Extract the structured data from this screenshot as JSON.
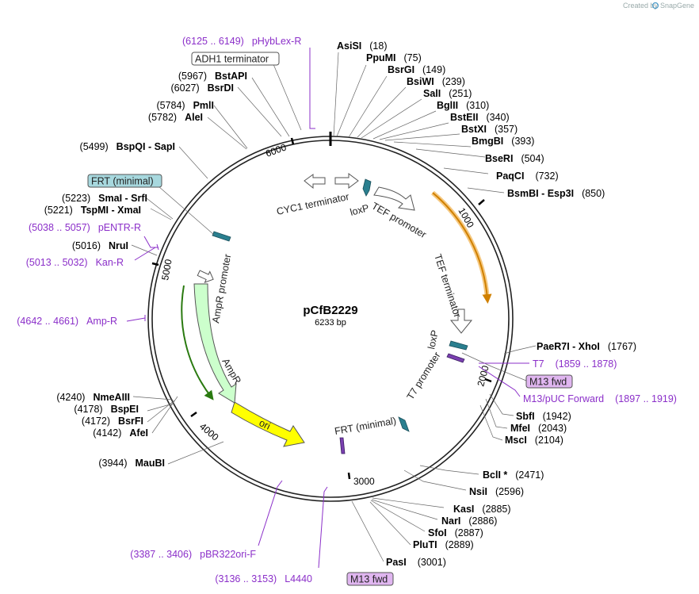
{
  "credit": {
    "prefix": "Created by",
    "brand": "SnapGene"
  },
  "plasmid": {
    "name": "pCfB2229",
    "size_label": "6233 bp",
    "length": 6233
  },
  "sites": [
    {
      "name": "AsiSI",
      "pos": "(18)"
    },
    {
      "name": "PpuMI",
      "pos": "(75)"
    },
    {
      "name": "BsrGI",
      "pos": "(149)"
    },
    {
      "name": "BsiWI",
      "pos": "(239)"
    },
    {
      "name": "SalI",
      "pos": "(251)"
    },
    {
      "name": "BglII",
      "pos": "(310)"
    },
    {
      "name": "BstEII",
      "pos": "(340)"
    },
    {
      "name": "BstXI",
      "pos": "(357)"
    },
    {
      "name": "BmgBI",
      "pos": "(393)"
    },
    {
      "name": "BseRI",
      "pos": "(504)"
    },
    {
      "name": "PaqCI",
      "pos": "(732)"
    },
    {
      "name": "BsmBI - Esp3I",
      "pos": "(850)"
    },
    {
      "name": "PaeR7I - XhoI",
      "pos": "(1767)"
    },
    {
      "name": "SbfI",
      "pos": "(1942)"
    },
    {
      "name": "MfeI",
      "pos": "(2043)"
    },
    {
      "name": "MscI",
      "pos": "(2104)"
    },
    {
      "name": "BclI *",
      "pos": "(2471)"
    },
    {
      "name": "NsiI",
      "pos": "(2596)"
    },
    {
      "name": "KasI",
      "pos": "(2885)"
    },
    {
      "name": "NarI",
      "pos": "(2886)"
    },
    {
      "name": "SfoI",
      "pos": "(2887)"
    },
    {
      "name": "PluTI",
      "pos": "(2889)"
    },
    {
      "name": "PasI",
      "pos": "(3001)"
    },
    {
      "name": "MauBI",
      "pos": "(3944)"
    },
    {
      "name": "AfeI",
      "pos": "(4142)"
    },
    {
      "name": "BsrFI",
      "pos": "(4172)"
    },
    {
      "name": "BspEI",
      "pos": "(4178)"
    },
    {
      "name": "NmeAIII",
      "pos": "(4240)"
    },
    {
      "name": "NruI",
      "pos": "(5016)"
    },
    {
      "name": "TspMI - XmaI",
      "pos": "(5221)"
    },
    {
      "name": "SmaI - SrfI",
      "pos": "(5223)"
    },
    {
      "name": "BspQI - SapI",
      "pos": "(5499)"
    },
    {
      "name": "AleI",
      "pos": "(5782)"
    },
    {
      "name": "PmlI",
      "pos": "(5784)"
    },
    {
      "name": "BstAPI",
      "pos": "(5967)"
    },
    {
      "name": "BsrDI",
      "pos": "(6027)"
    }
  ],
  "primers": [
    {
      "range": "(6125 .. 6149)",
      "name": "pHybLex-R"
    },
    {
      "range": "(1859 .. 1878)",
      "name": "T7"
    },
    {
      "range": "(1897 .. 1919)",
      "name": "M13/pUC Forward"
    },
    {
      "range": "(5038 .. 5057)",
      "name": "pENTR-R"
    },
    {
      "range": "(5013 .. 5032)",
      "name": "Kan-R"
    },
    {
      "range": "(4642 .. 4661)",
      "name": "Amp-R"
    },
    {
      "range": "(3387 .. 3406)",
      "name": "pBR322ori-F"
    },
    {
      "range": "(3136 .. 3153)",
      "name": "L4440"
    }
  ],
  "boxed_labels": {
    "adh1": "ADH1 terminator",
    "frt_top": "FRT (minimal)",
    "m13_right": "M13 fwd",
    "m13_bottom": "M13 fwd"
  },
  "features": {
    "cyc1": "CYC1 terminator",
    "loxp_top": "loxP",
    "tef_promoter": "TEF promoter",
    "tef_terminator": "TEF terminator",
    "loxp_right": "loxP",
    "t7_promoter": "T7 promoter",
    "frt_bottom": "FRT (minimal)",
    "ori": "ori",
    "ampr": "AmpR",
    "ampr_promoter": "AmpR promoter"
  },
  "ticks": [
    "1000",
    "2000",
    "3000",
    "4000",
    "5000",
    "6000"
  ],
  "colors": {
    "primer": "#8b2fc9",
    "ori": "#ffff00",
    "ampr": "#ccffcc",
    "orange_orf": "#f0a030",
    "green_orf": "#44aa22",
    "loxp": "#2a7f8f",
    "frt_box": "#a7d8de",
    "m13_box": "#e0b6f0"
  }
}
